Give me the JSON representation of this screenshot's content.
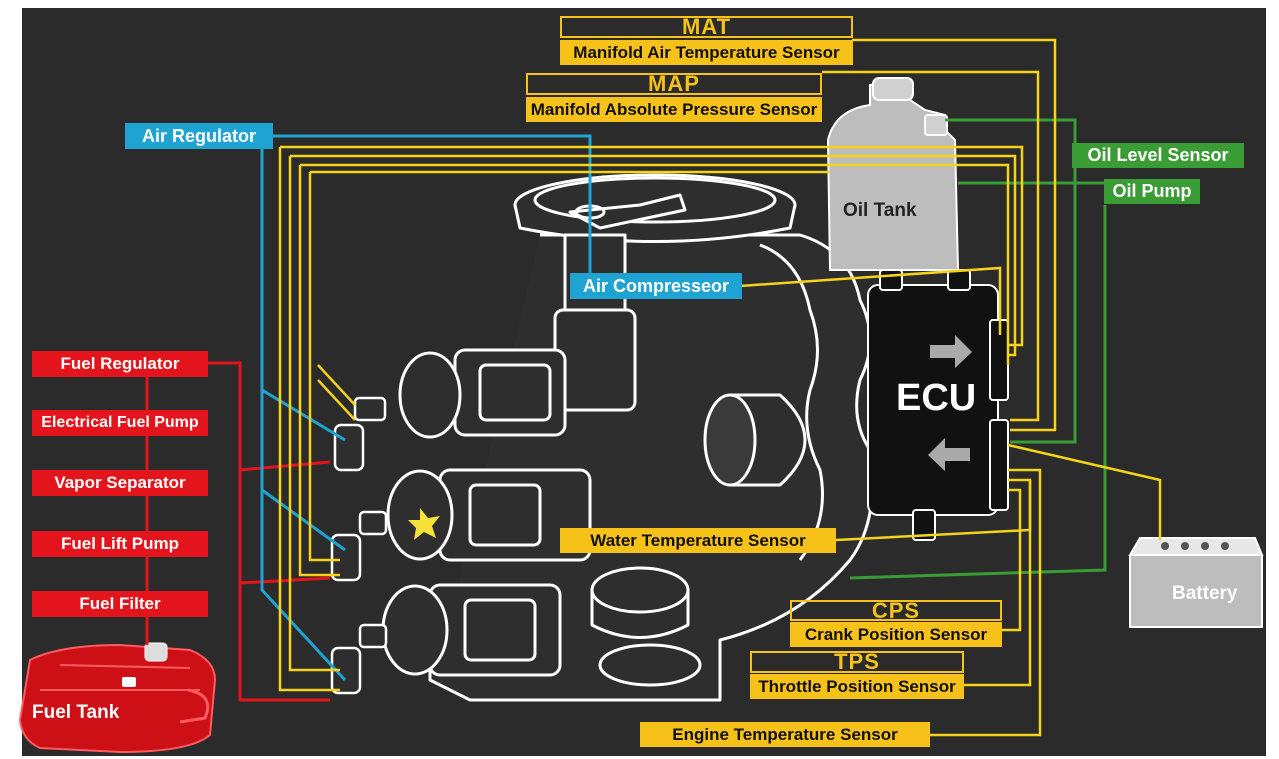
{
  "diagram": {
    "fuel_system": {
      "items": [
        "Fuel Regulator",
        "Electrical Fuel Pump",
        "Vapor Separator",
        "Fuel Lift Pump",
        "Fuel Filter"
      ],
      "tank": "Fuel Tank"
    },
    "air": {
      "regulator": "Air Regulator",
      "compressor": "Air Compresseor"
    },
    "sensors": {
      "mat_abbr": "MAT",
      "mat_label": "Manifold Air Temperature Sensor",
      "map_abbr": "MAP",
      "map_label": "Manifold Absolute Pressure Sensor",
      "water_temp": "Water Temperature Sensor",
      "cps_abbr": "CPS",
      "cps_label": "Crank Position Sensor",
      "tps_abbr": "TPS",
      "tps_label": "Throttle Position Sensor",
      "engine_temp": "Engine Temperature Sensor"
    },
    "oil": {
      "level_sensor": "Oil Level Sensor",
      "pump": "Oil Pump",
      "tank": "Oil Tank"
    },
    "ecu": "ECU",
    "battery": "Battery",
    "colors": {
      "background": "#2b2b2b",
      "fuel": "#e3141b",
      "air": "#1fa3d3",
      "oil": "#3a9c34",
      "sensor": "#f6c21a",
      "engine_outline": "#ffffff"
    }
  }
}
